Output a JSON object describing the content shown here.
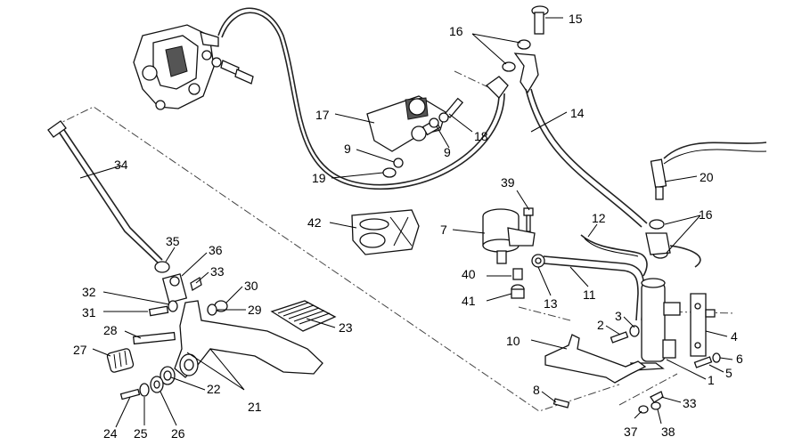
{
  "labels": {
    "l1": "1",
    "l2": "2",
    "l3": "3",
    "l4": "4",
    "l5": "5",
    "l6": "6",
    "l7": "7",
    "l8": "8",
    "l9a": "9",
    "l9b": "9",
    "l10": "10",
    "l11": "11",
    "l12": "12",
    "l13": "13",
    "l14": "14",
    "l15": "15",
    "l16a": "16",
    "l16b": "16",
    "l17": "17",
    "l18": "18",
    "l19": "19",
    "l20": "20",
    "l21": "21",
    "l22": "22",
    "l23": "23",
    "l24": "24",
    "l25": "25",
    "l26": "26",
    "l27": "27",
    "l28": "28",
    "l29": "29",
    "l30": "30",
    "l31": "31",
    "l32": "32",
    "l33a": "33",
    "l33b": "33",
    "l34": "34",
    "l35": "35",
    "l36": "36",
    "l37": "37",
    "l38": "38",
    "l39": "39",
    "l40": "40",
    "l41": "41",
    "l42": "42"
  }
}
